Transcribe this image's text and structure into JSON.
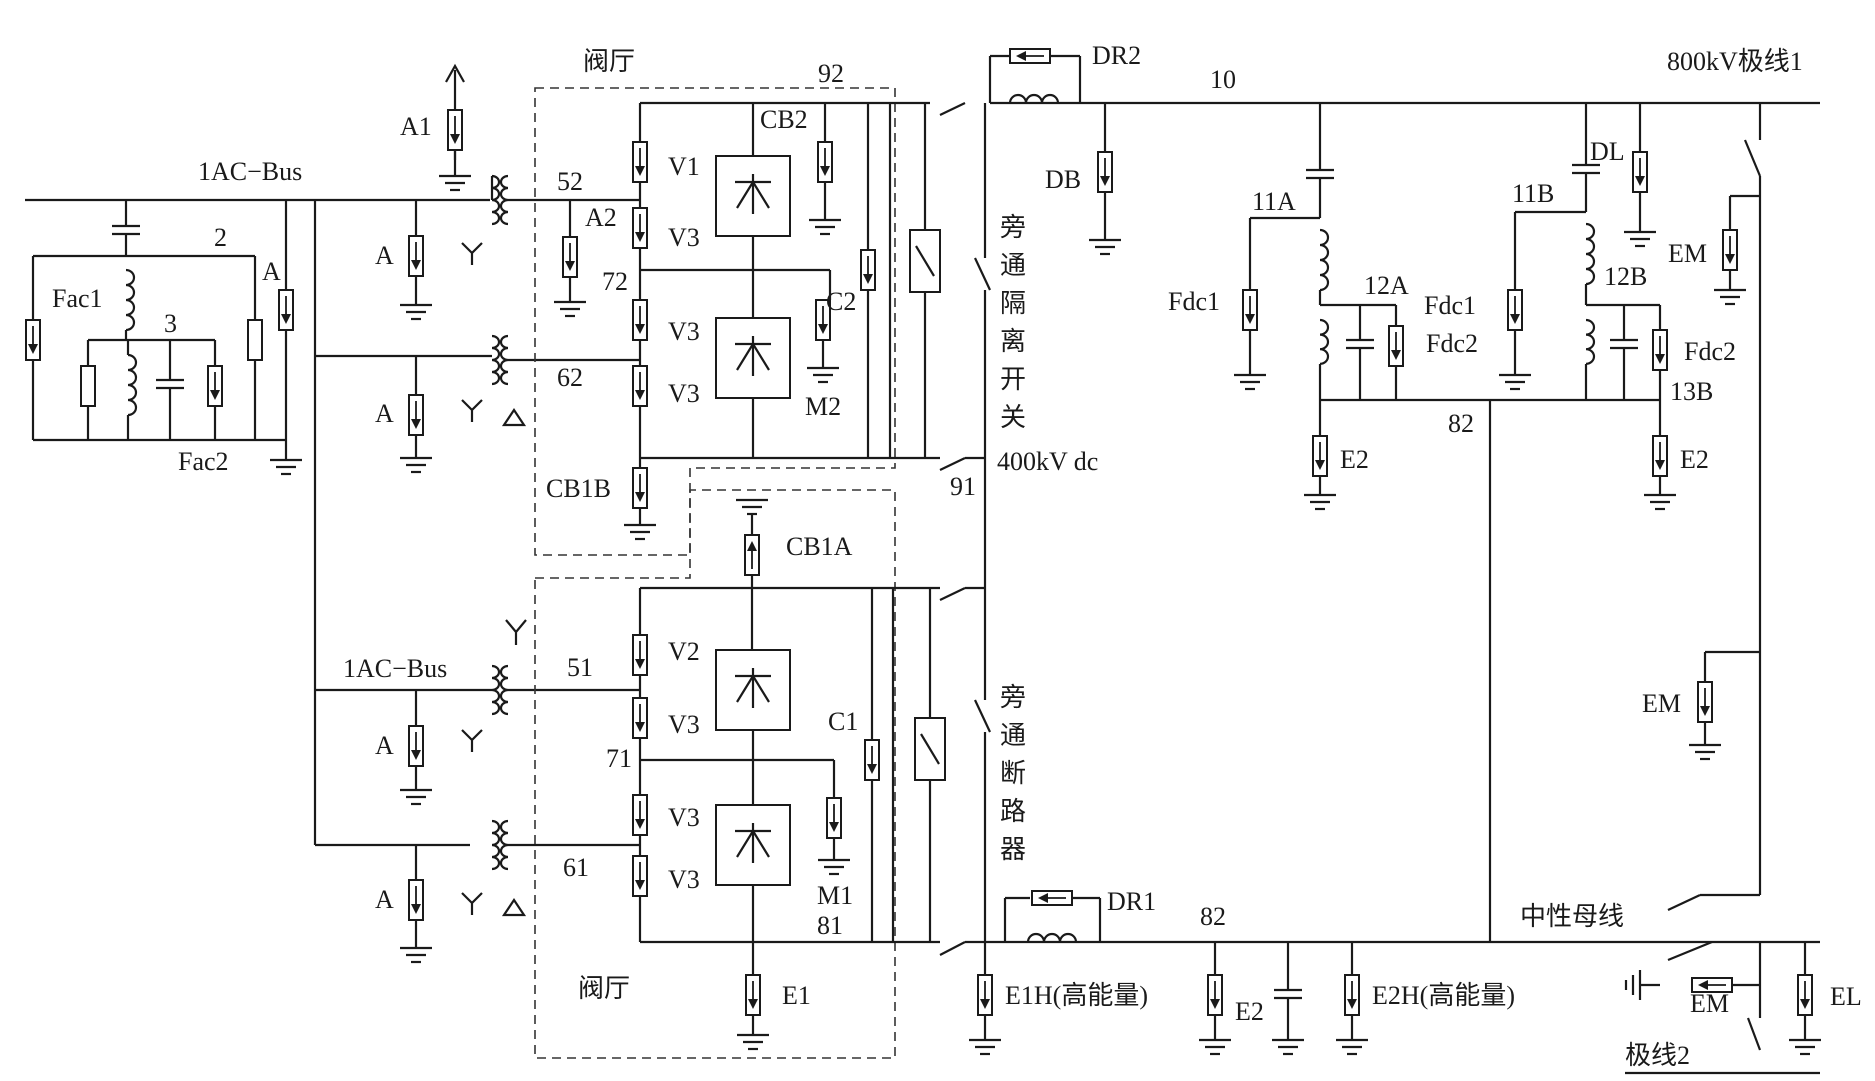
{
  "labels": {
    "valve_hall": "阀厅",
    "ac_bus": "1AC−Bus",
    "node_92": "92",
    "node_52": "52",
    "node_62": "62",
    "node_72": "72",
    "node_2": "2",
    "node_3": "3",
    "node_10": "10",
    "node_91": "91",
    "node_51": "51",
    "node_61": "61",
    "node_71": "71",
    "node_81": "81",
    "node_82": "82",
    "a": "A",
    "a1": "A1",
    "a2": "A2",
    "v1": "V1",
    "v2": "V2",
    "v3": "V3",
    "cb2": "CB2",
    "cb1a": "CB1A",
    "cb1b": "CB1B",
    "c1": "C1",
    "c2": "C2",
    "m1": "M1",
    "m2": "M2",
    "e1": "E1",
    "e2": "E2",
    "e1h": "E1H(高能量)",
    "e2h": "E2H(高能量)",
    "fac1": "Fac1",
    "fac2": "Fac2",
    "dr1": "DR1",
    "dr2": "DR2",
    "db": "DB",
    "dl": "DL",
    "em": "EM",
    "el": "EL",
    "node_11a": "11A",
    "node_11b": "11B",
    "node_12a": "12A",
    "node_12b": "12B",
    "node_13b": "13B",
    "fdc1": "Fdc1",
    "fdc2": "Fdc2",
    "pole1": "800kV极线1",
    "pole2": "极线2",
    "neutral_bus": "中性母线",
    "voltage_400": "400kV dc",
    "bypass_isolator": [
      "旁",
      "通",
      "隔",
      "离",
      "开",
      "关"
    ],
    "bypass_breaker": [
      "旁",
      "通",
      "断",
      "路",
      "器"
    ]
  },
  "colors": {
    "line": "#1a1a1a",
    "background": "#ffffff"
  }
}
